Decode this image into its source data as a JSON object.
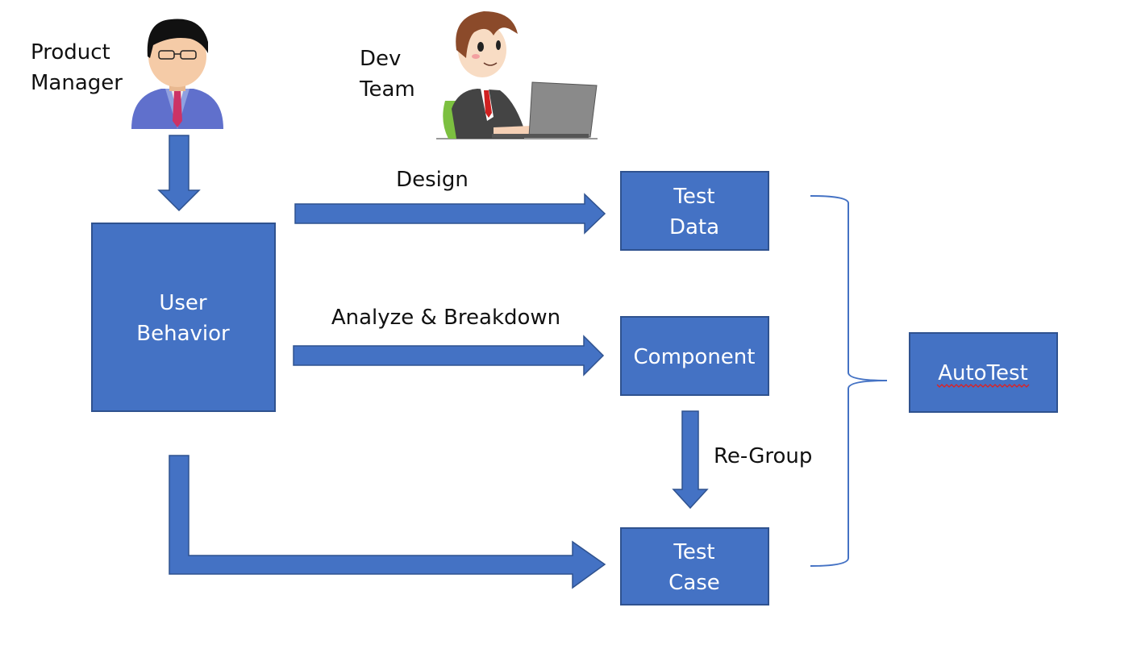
{
  "actors": {
    "product_manager": {
      "label_line1": "Product",
      "label_line2": "Manager"
    },
    "dev_team": {
      "label_line1": "Dev",
      "label_line2": "Team"
    }
  },
  "nodes": {
    "user_behavior": {
      "line1": "User",
      "line2": "Behavior"
    },
    "test_data": {
      "line1": "Test",
      "line2": "Data"
    },
    "component": {
      "line1": "Component"
    },
    "test_case": {
      "line1": "Test",
      "line2": "Case"
    },
    "autotest": {
      "line1": "AutoTest",
      "spellcheck_underline": true
    }
  },
  "edges": {
    "design": {
      "label": "Design"
    },
    "analyze": {
      "label": "Analyze & Breakdown"
    },
    "regroup": {
      "label": "Re-Group"
    }
  },
  "colors": {
    "node_fill": "#4472C4",
    "node_border": "#2F528F",
    "text_dark": "#111111",
    "spellcheck": "#E02020"
  }
}
